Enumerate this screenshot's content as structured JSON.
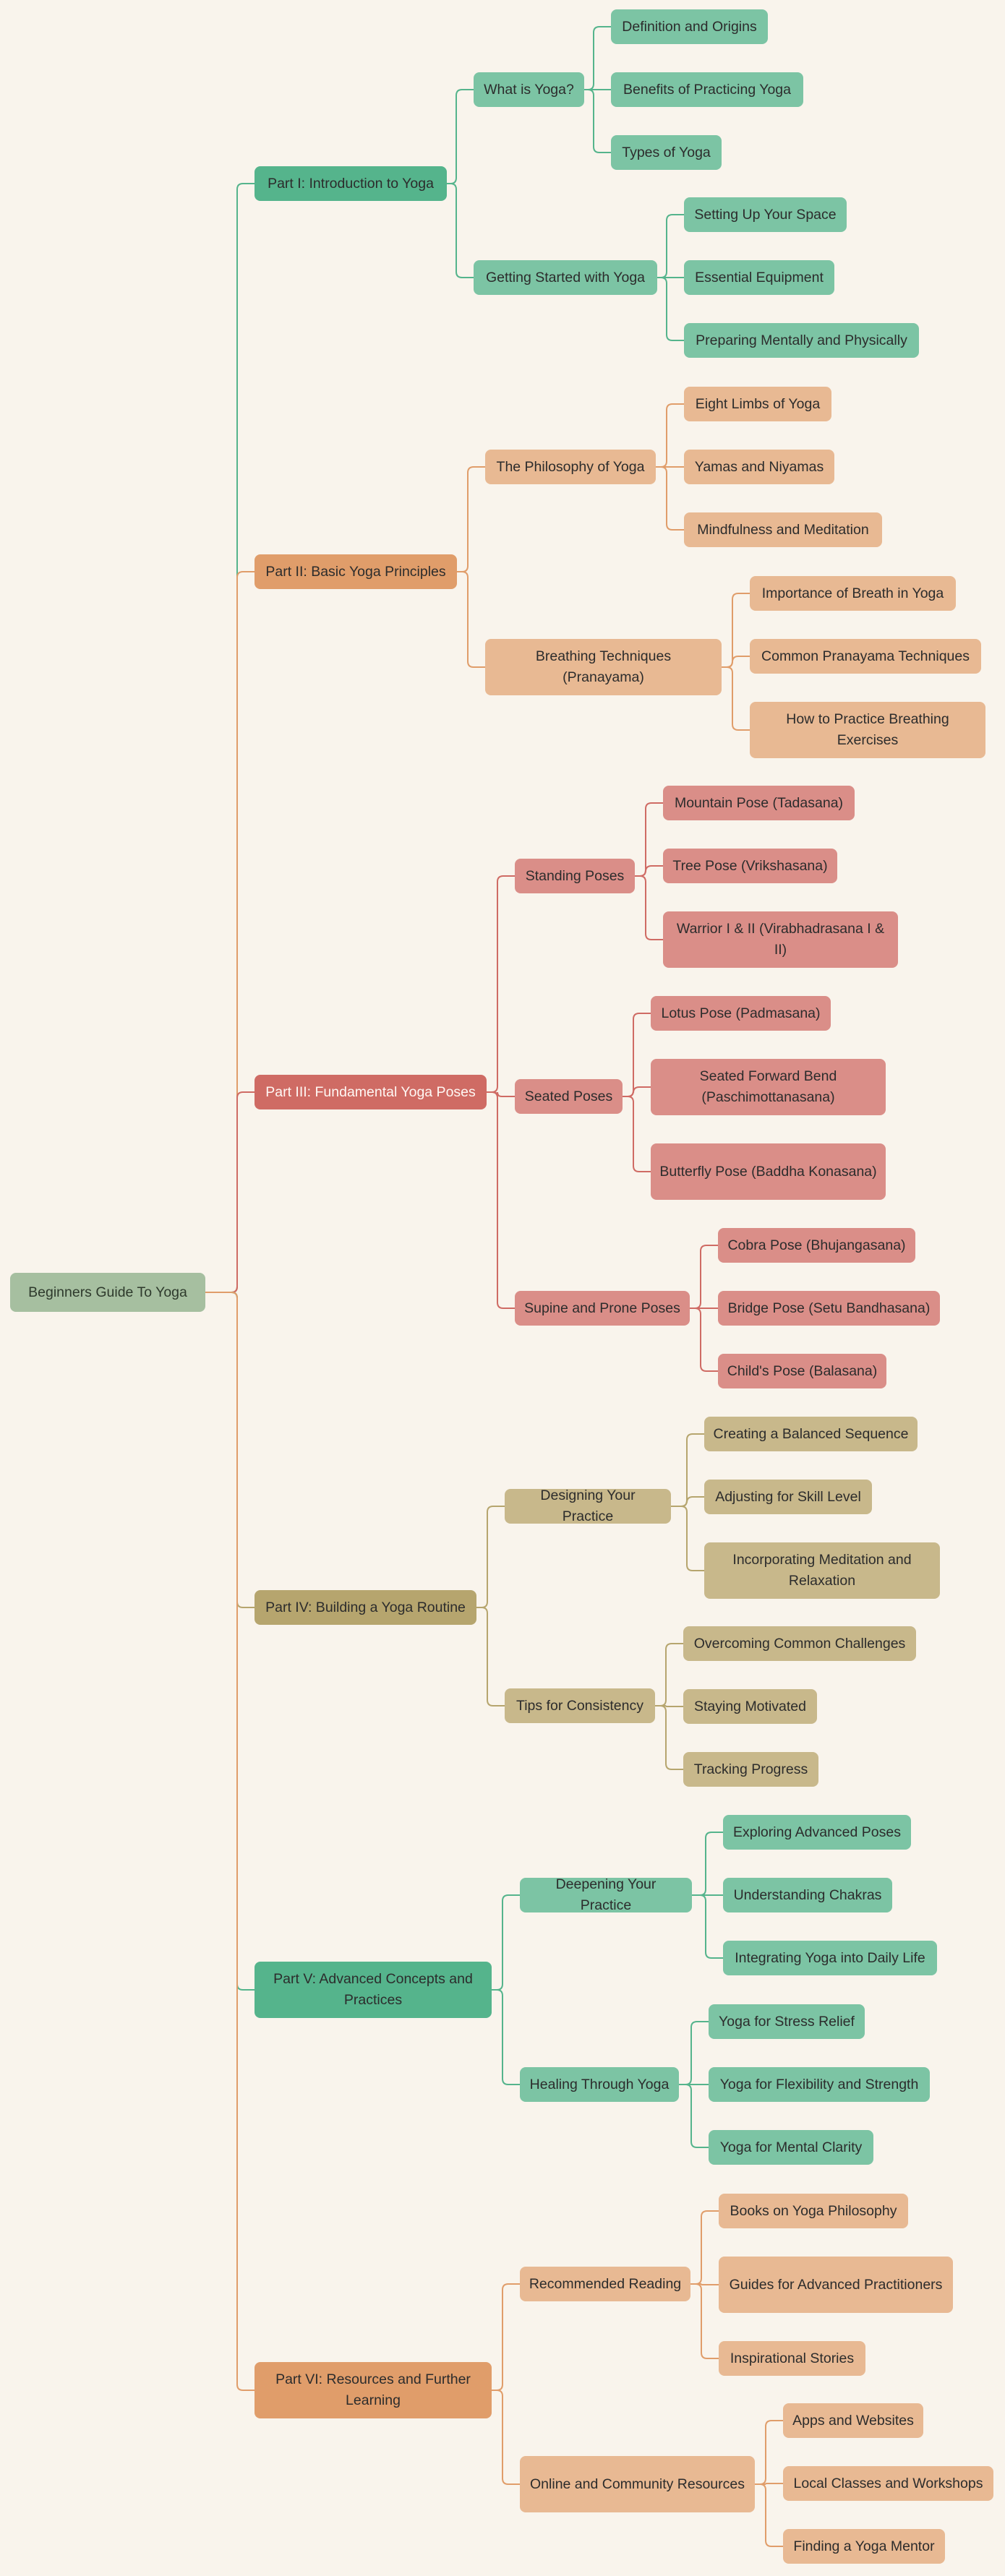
{
  "mindmap": {
    "root": "Beginners Guide To Yoga",
    "branches": [
      {
        "label": "Part I: Introduction to Yoga",
        "color": "#55b48c",
        "topics": [
          {
            "label": "What is Yoga?",
            "items": [
              "Definition and Origins",
              "Benefits of Practicing Yoga",
              "Types of Yoga"
            ]
          },
          {
            "label": "Getting Started with Yoga",
            "items": [
              "Setting Up Your Space",
              "Essential Equipment",
              "Preparing Mentally and Physically"
            ]
          }
        ]
      },
      {
        "label": "Part II: Basic Yoga Principles",
        "color": "#e09d6a",
        "topics": [
          {
            "label": "The Philosophy of Yoga",
            "items": [
              "Eight Limbs of Yoga",
              "Yamas and Niyamas",
              "Mindfulness and Meditation"
            ]
          },
          {
            "label": "Breathing Techniques (Pranayama)",
            "items": [
              "Importance of Breath in Yoga",
              "Common Pranayama Techniques",
              "How to Practice Breathing Exercises"
            ]
          }
        ]
      },
      {
        "label": "Part III: Fundamental Yoga Poses",
        "color": "#cf6b64",
        "topics": [
          {
            "label": "Standing Poses",
            "items": [
              "Mountain Pose (Tadasana)",
              "Tree Pose (Vrikshasana)",
              "Warrior I & II (Virabhadrasana I & II)"
            ]
          },
          {
            "label": "Seated Poses",
            "items": [
              "Lotus Pose (Padmasana)",
              "Seated Forward Bend (Paschimottanasana)",
              "Butterfly Pose (Baddha Konasana)"
            ]
          },
          {
            "label": "Supine and Prone Poses",
            "items": [
              "Cobra Pose (Bhujangasana)",
              "Bridge Pose (Setu Bandhasana)",
              "Child's Pose (Balasana)"
            ]
          }
        ]
      },
      {
        "label": "Part IV: Building a Yoga Routine",
        "color": "#b6a56e",
        "topics": [
          {
            "label": "Designing Your Practice",
            "items": [
              "Creating a Balanced Sequence",
              "Adjusting for Skill Level",
              "Incorporating Meditation and Relaxation"
            ]
          },
          {
            "label": "Tips for Consistency",
            "items": [
              "Overcoming Common Challenges",
              "Staying Motivated",
              "Tracking Progress"
            ]
          }
        ]
      },
      {
        "label": "Part V: Advanced Concepts and Practices",
        "color": "#55b48c",
        "topics": [
          {
            "label": "Deepening Your Practice",
            "items": [
              "Exploring Advanced Poses",
              "Understanding Chakras",
              "Integrating Yoga into Daily Life"
            ]
          },
          {
            "label": "Healing Through Yoga",
            "items": [
              "Yoga for Stress Relief",
              "Yoga for Flexibility and Strength",
              "Yoga for Mental Clarity"
            ]
          }
        ]
      },
      {
        "label": "Part VI: Resources and Further Learning",
        "color": "#e09d6a",
        "topics": [
          {
            "label": "Recommended Reading",
            "items": [
              "Books on Yoga Philosophy",
              "Guides for Advanced Practitioners",
              "Inspirational Stories"
            ]
          },
          {
            "label": "Online and Community Resources",
            "items": [
              "Apps and Websites",
              "Local Classes and Workshops",
              "Finding a Yoga Mentor"
            ]
          }
        ]
      }
    ]
  }
}
